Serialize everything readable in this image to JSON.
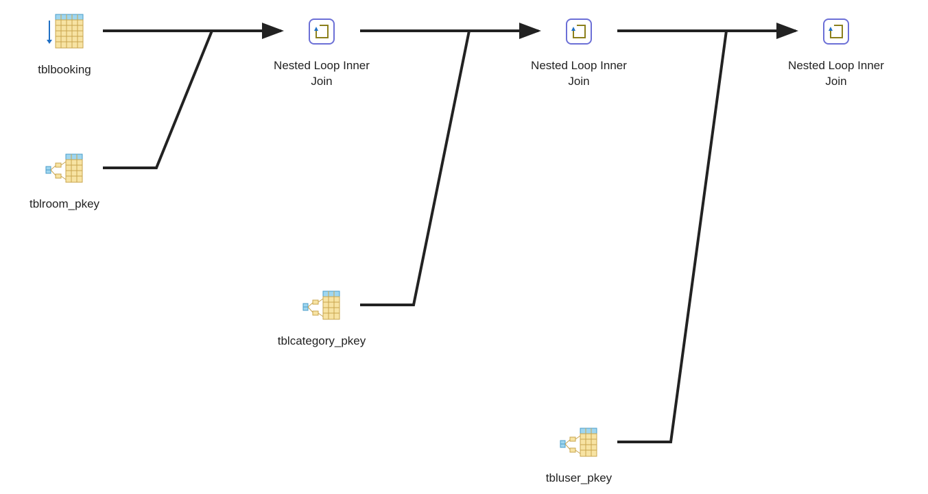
{
  "nodes": {
    "seq_scan": {
      "label": "tblbooking",
      "icon": "seq-scan-table-icon"
    },
    "join1": {
      "label": "Nested Loop Inner\nJoin",
      "icon": "nested-loop-icon"
    },
    "join2": {
      "label": "Nested Loop Inner\nJoin",
      "icon": "nested-loop-icon"
    },
    "join3": {
      "label": "Nested Loop Inner\nJoin",
      "icon": "nested-loop-icon"
    },
    "idx_room": {
      "label": "tblroom_pkey",
      "icon": "index-scan-icon"
    },
    "idx_category": {
      "label": "tblcategory_pkey",
      "icon": "index-scan-icon"
    },
    "idx_user": {
      "label": "tbluser_pkey",
      "icon": "index-scan-icon"
    }
  },
  "colors": {
    "edge": "#222222",
    "table_header": "#9fd6ef",
    "table_body": "#f7e3a3",
    "table_line": "#c9a54e",
    "join_frame": "#6b6fd6",
    "join_arrow": "#8b7f1a",
    "scan_arrow": "#1f6fc4"
  }
}
